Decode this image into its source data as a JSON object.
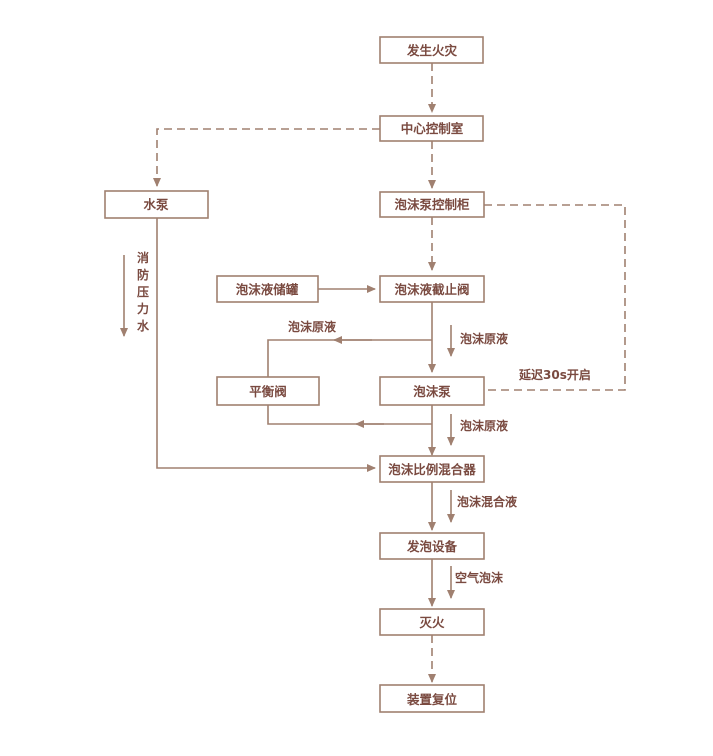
{
  "nodes": {
    "fire": "发生火灾",
    "control_room": "中心控制室",
    "water_pump": "水泵",
    "foam_pump_cabinet": "泡沫泵控制柜",
    "foam_tank": "泡沫液储罐",
    "foam_valve": "泡沫液截止阀",
    "balance_valve": "平衡阀",
    "foam_pump": "泡沫泵",
    "mixer": "泡沫比例混合器",
    "foam_generator": "发泡设备",
    "extinguish": "灭火",
    "reset": "装置复位"
  },
  "labels": {
    "pressure_water_1": "消",
    "pressure_water_2": "防",
    "pressure_water_3": "压",
    "pressure_water_4": "力",
    "pressure_water_5": "水",
    "raw_foam_return": "泡沫原液",
    "raw_foam_in": "泡沫原液",
    "raw_foam_out": "泡沫原液",
    "delay": "延迟30s开启",
    "foam_mix": "泡沫混合液",
    "air_foam": "空气泡沫"
  }
}
